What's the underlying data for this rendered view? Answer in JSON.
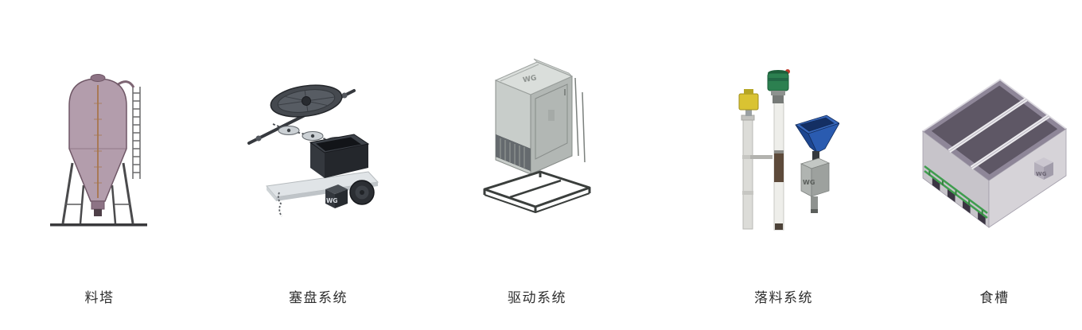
{
  "page": {
    "background": "#ffffff"
  },
  "brand": {
    "logo": "WG"
  },
  "products": [
    {
      "id": "feed-silo",
      "label": "料塔"
    },
    {
      "id": "plug-disc-system",
      "label": "塞盘系统"
    },
    {
      "id": "drive-system",
      "label": "驱动系统"
    },
    {
      "id": "feed-drop-system",
      "label": "落料系统"
    },
    {
      "id": "feed-trough",
      "label": "食槽"
    }
  ],
  "colors": {
    "silo_body": "#a88fa0",
    "silo_edge": "#6f5766",
    "hopper_blue": "#2a5bb0",
    "motor_green": "#2c8050",
    "sensor_yellow": "#d9c332",
    "drive_gray": "#c8cdca",
    "trough_gray": "#c7c4ca",
    "accent_green": "#3f9d4e",
    "label_text": "#2f2f2f"
  }
}
